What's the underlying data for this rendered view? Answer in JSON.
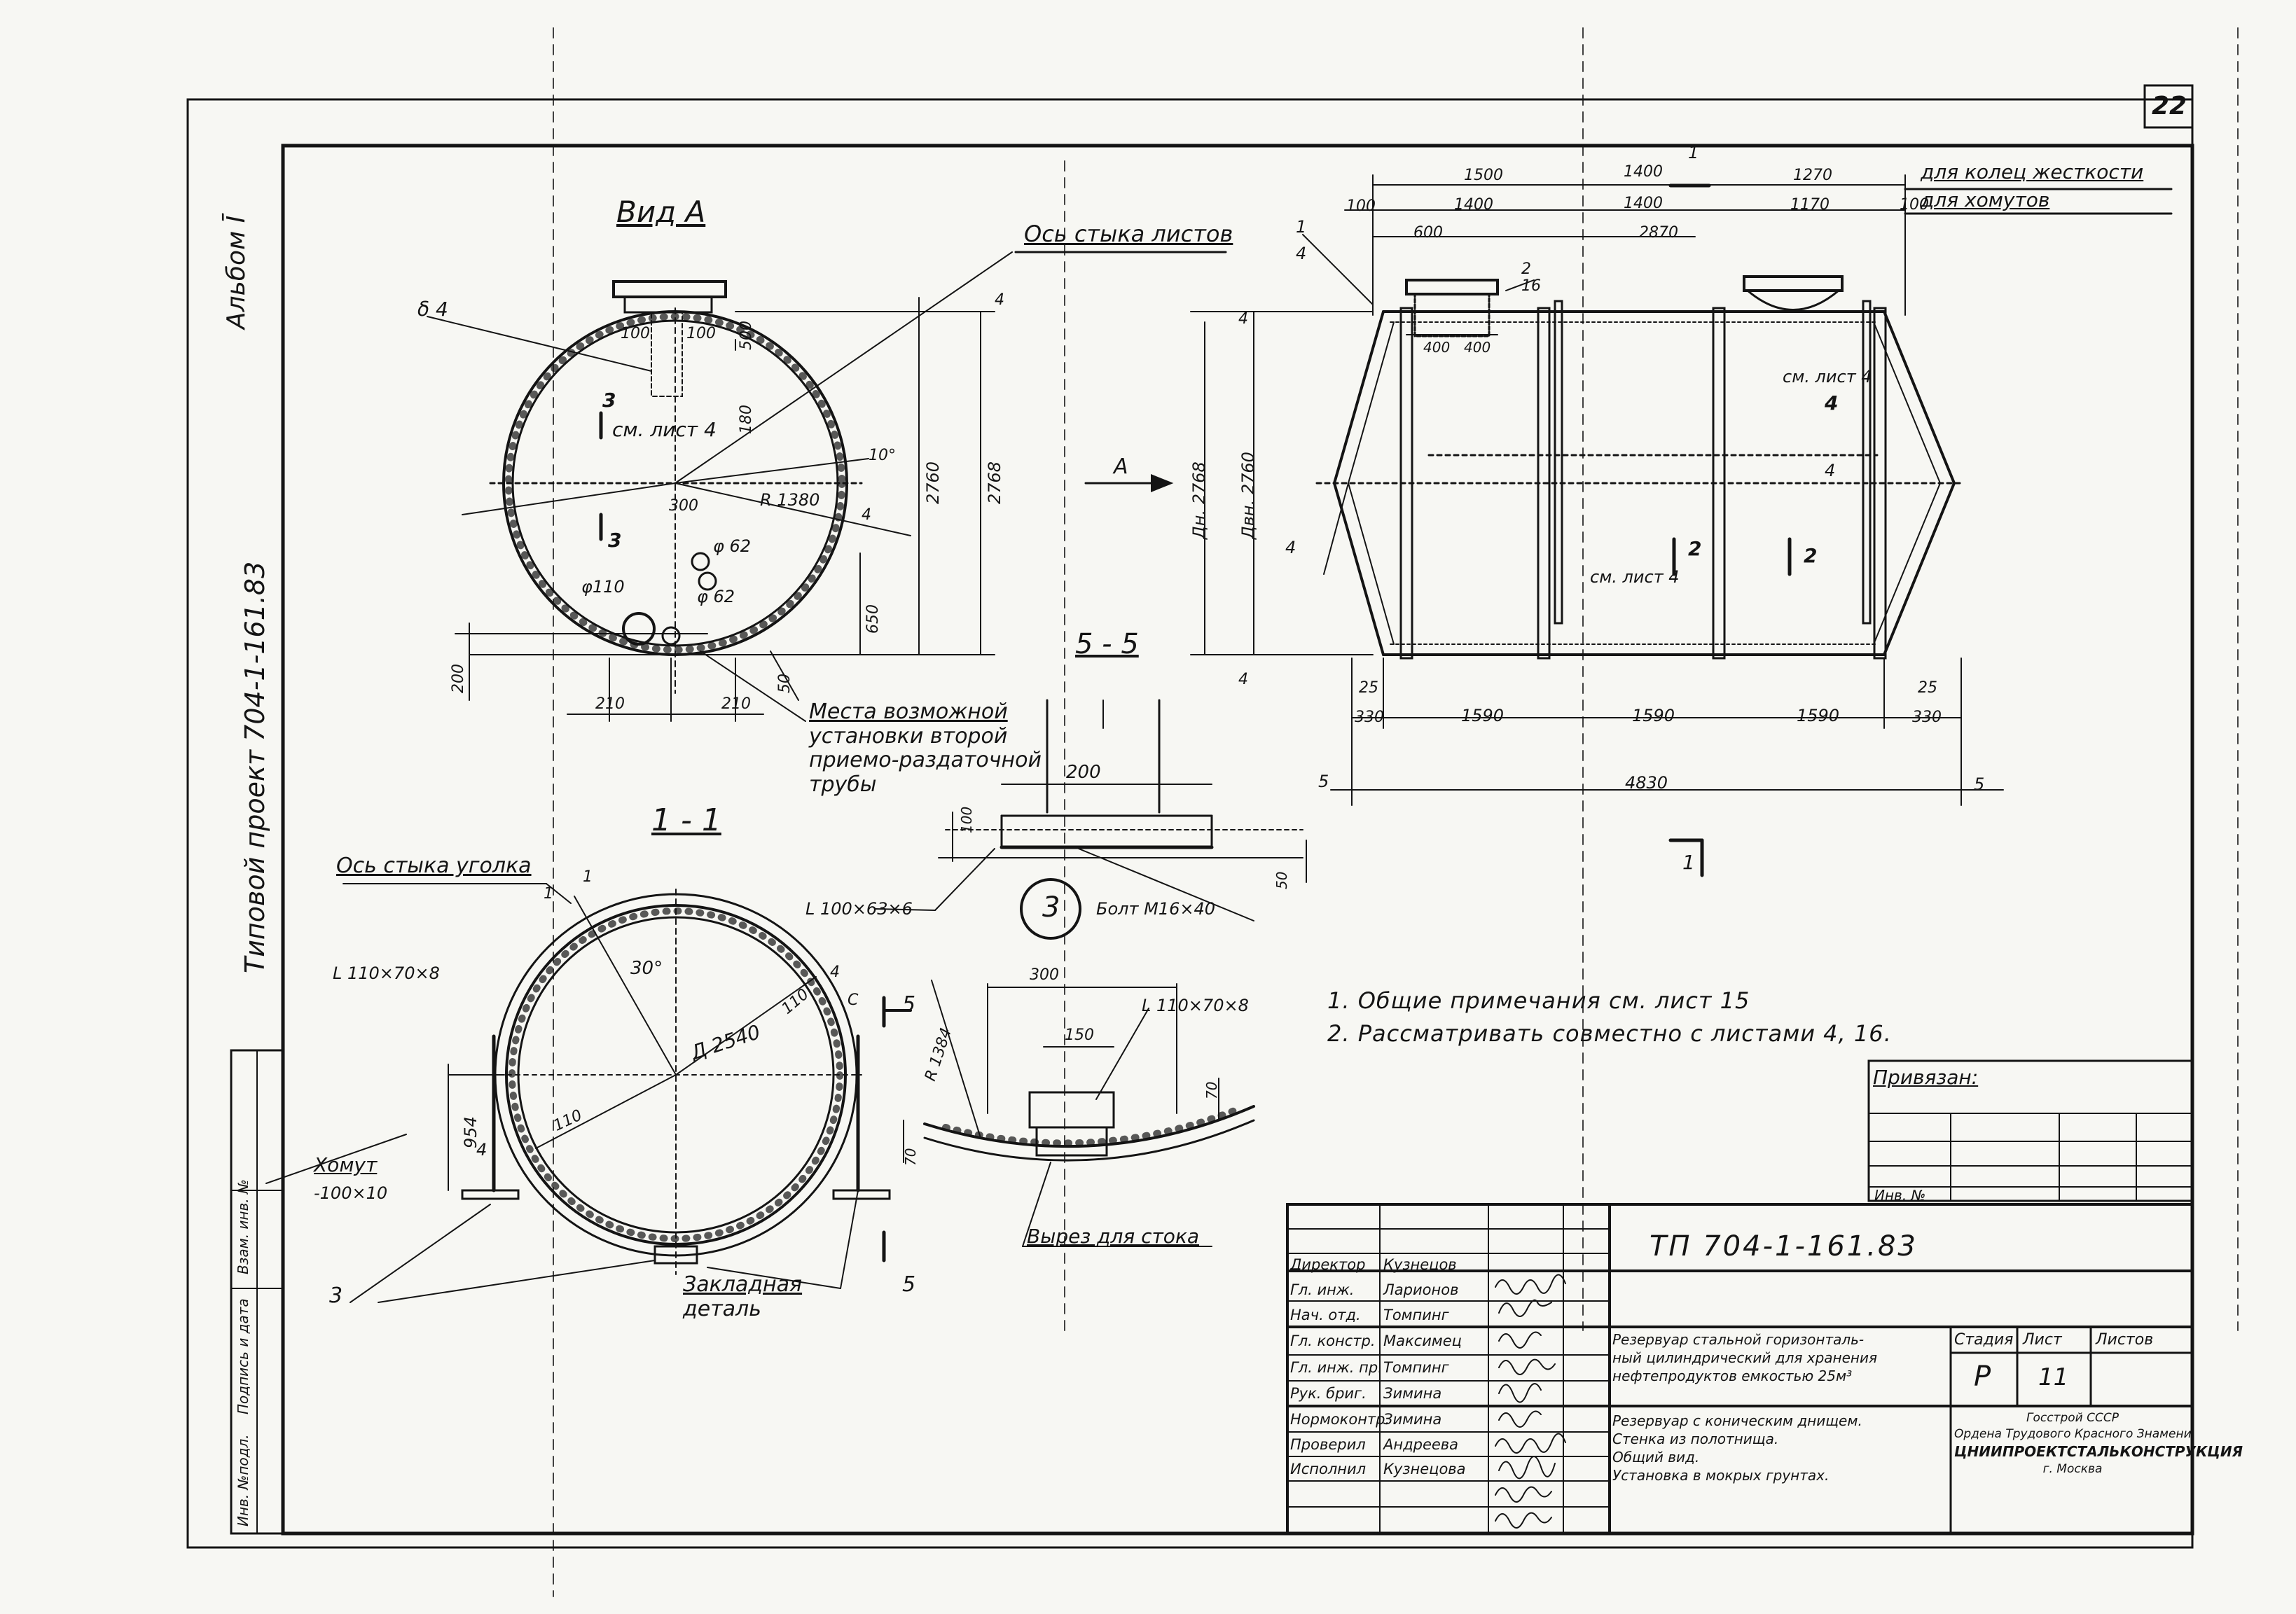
{
  "sheet": {
    "sheet_number": "22",
    "album": "Альбом Ī",
    "project_side": "Типовой проект 704-1-161.83",
    "side_stamp": [
      "Инв. №подл.",
      "Подпись и дата",
      "Взам. инв. №"
    ]
  },
  "view_a": {
    "title": "Вид А",
    "seam_label": "Ось стыка листов",
    "install_note": [
      "Места возможной",
      "установки второй",
      "приемо-раздаточной",
      "трубы"
    ],
    "dims": {
      "d6": "δ 4",
      "w100a": "100",
      "w100b": "100",
      "h500": "500",
      "h180": "180",
      "ang10": "10°",
      "r1380": "R 1380",
      "w300": "300",
      "phi62a": "φ 62",
      "phi62b": "φ 62",
      "phi110": "φ110",
      "h650": "650",
      "h200": "200",
      "w210a": "210",
      "w210b": "210",
      "w50": "50",
      "d2760": "2760",
      "d2768": "2768",
      "t4top": "4",
      "t4": "4",
      "sec3": "3",
      "see4": "см. лист 4",
      "sec3b": "3"
    }
  },
  "side_view": {
    "ring_label": "для колец жесткости",
    "clamp_label": "для хомутов",
    "arrow_a": "А",
    "dims_top1": [
      "1500",
      "1400",
      "1270"
    ],
    "dims_top2": [
      "100",
      "1400",
      "1400",
      "1170",
      "100"
    ],
    "dims_top3": [
      "600",
      "2870"
    ],
    "dims_400": [
      "400",
      "400"
    ],
    "dims_bottom": [
      "330",
      "1590",
      "1590",
      "1590",
      "330"
    ],
    "total": "4830",
    "dn": "Дн. 2768",
    "dvn": "Двн. 2760",
    "see4a": "см. лист 4",
    "see4b": "см. лист 4",
    "marks": {
      "n1": "1",
      "n4": "4",
      "n16": "16",
      "n2": "2",
      "n25a": "25",
      "n25b": "25",
      "n5a": "5",
      "n5b": "5",
      "cut1top": "1",
      "cut1bot": "1",
      "n4b": "4",
      "n4c": "4",
      "n4d": "4",
      "n2a": "2",
      "n2b": "2",
      "t4a": "4",
      "t4b": "4"
    }
  },
  "section_5_5": {
    "title": "5 - 5",
    "w200": "200",
    "h100": "100",
    "h50": "50",
    "angle": "L 100×63×6",
    "bolt": "Болт М16×40",
    "node": "3"
  },
  "section_1_1": {
    "title": "1 - 1",
    "seam_label": "Ось стыка уголка",
    "angle": "L 110×70×8",
    "ang30": "30°",
    "d2540": "Д 2540",
    "w110a": "110",
    "w110b": "110",
    "h954": "954",
    "clamp": "Хомут",
    "clamp_size": "-100×10",
    "embed": [
      "Закладная",
      "деталь"
    ],
    "mark3": "3",
    "n1a": "1",
    "n1b": "1",
    "n4": "4",
    "c": "С",
    "s5a": "5",
    "s5b": "5"
  },
  "node_3": {
    "w300": "300",
    "w150": "150",
    "r1384": "R 1384",
    "angle": "L 110×70×8",
    "h70a": "70",
    "h70b": "70",
    "cutout": "Вырез для стока"
  },
  "notes": [
    "1. Общие примечания см. лист 15",
    "2. Рассматривать совместно с листами 4, 16."
  ],
  "privyazan": {
    "label": "Привязан:",
    "inv": "Инв. №"
  },
  "title_block": {
    "code": "ТП 704-1-161.83",
    "staff": [
      {
        "role": "Директор",
        "name": "Кузнецов"
      },
      {
        "role": "Гл. инж.",
        "name": "Ларионов"
      },
      {
        "role": "Нач. отд.",
        "name": "Томпинг"
      },
      {
        "role": "Гл. констр.",
        "name": "Максимец"
      },
      {
        "role": "Гл. инж. пр.",
        "name": "Томпинг"
      },
      {
        "role": "Рук. бриг.",
        "name": "Зимина"
      },
      {
        "role": "Нормоконтр.",
        "name": "Зимина"
      },
      {
        "role": "Проверил",
        "name": "Андреева"
      },
      {
        "role": "Исполнил",
        "name": "Кузнецова"
      }
    ],
    "doc_title": [
      "Резервуар стальной горизонталь-",
      "ный цилиндрический для хранения",
      "нефтепродуктов емкостью 25м³"
    ],
    "stage_h": "Стадия",
    "sheet_h": "Лист",
    "sheets_h": "Листов",
    "stage": "Р",
    "sheet": "11",
    "sheet_title": [
      "Резервуар с коническим днищем.",
      "Стенка из полотнища.",
      "Общий вид.",
      "Установка в мокрых грунтах."
    ],
    "org": [
      "Госстрой СССР",
      "Ордена Трудового Красного Знамени",
      "ЦНИИПРОЕКТСТАЛЬКОНСТРУКЦИЯ",
      "г. Москва"
    ]
  }
}
